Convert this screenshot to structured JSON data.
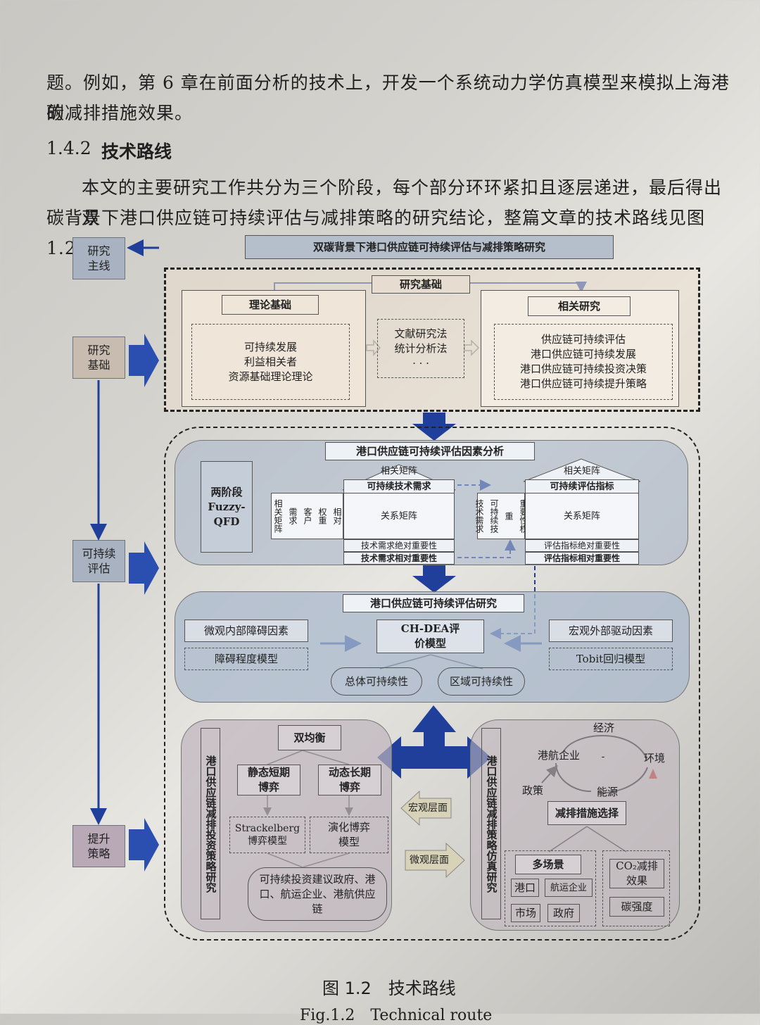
{
  "text": {
    "para1_line1": "题。例如，第 6 章在前面分析的技术上，开发一个系统动力学仿真模型来模拟上海港的",
    "para1_line2": "碳减排措施效果。",
    "section_num": "1.4.2",
    "section_title": "技术路线",
    "para2_line1": "本文的主要研究工作共分为三个阶段，每个部分环环紧扣且逐层递进，最后得出双",
    "para2_line2": "碳背景下港口供应链可持续评估与减排策略的研究结论，整篇文章的技术路线见图 1.2。"
  },
  "diagram": {
    "top_title": "双碳背景下港口供应链可持续评估与减排策略研究",
    "side": [
      "研究主线",
      "研究基础",
      "可持续评估",
      "提升策略"
    ],
    "research_base": "研究基础",
    "theory": "理论基础",
    "theory_items": [
      "可持续发展",
      "利益相关者",
      "资源基础理论理论"
    ],
    "methods": [
      "文献研究法",
      "统计分析法",
      "· · ·"
    ],
    "related": "相关研究",
    "related_items": [
      "供应链可持续评估",
      "港口供应链可持续发展",
      "港口供应链可持续投资决策",
      "港口供应链可持续提升策略"
    ],
    "factor_title": "港口供应链可持续评估因素分析",
    "two_stage": "两阶段Fuzzy-QFD",
    "corr_matrix": "相关矩阵",
    "tech_req": "可持续技术需求",
    "rel_matrix": "关系矩阵",
    "left_cols": [
      "相关矩阵",
      "需求",
      "客户",
      "权重",
      "相对"
    ],
    "tech_abs": "技术需求绝对重要性",
    "tech_rel": "技术需求相对重要性",
    "mid_cols": [
      "技术需求",
      "可持续技",
      "重",
      "重要性权"
    ],
    "eval_index": "可持续评估指标",
    "eval_abs": "评估指标绝对重要性",
    "eval_rel": "评估指标相对重要性",
    "study_title": "港口供应链可持续评估研究",
    "micro": "微观内部障碍因素",
    "obstacle": "障碍程度模型",
    "chdea": "CH-DEA评价模型",
    "macro": "宏观外部驱动因素",
    "tobit": "Tobit回归模型",
    "overall": "总体可持续性",
    "regional": "区域可持续性",
    "invest_title": "港口供应链减排投资策略研究",
    "double_eq": "双均衡",
    "static": "静态短期博弈",
    "dynamic": "动态长期博弈",
    "stackelberg": "Strackelberg博弈模型",
    "evolution": "演化博弈模型",
    "invest_advice": "可持续投资建议政府、港口、航运企业、港航供应链",
    "macro_level": "宏观层面",
    "micro_level": "微观层面",
    "sim_title": "港口供应链减排策略仿真研究",
    "economy": "经济",
    "shipping": "港航企业",
    "env": "环境",
    "policy": "政策",
    "energy": "能源",
    "loop_sign": "-",
    "measure": "减排措施选择",
    "multi": "多场景",
    "port": "港口",
    "shipping2": "航运企业",
    "market": "市场",
    "gov": "政府",
    "co2": "CO₂减排效果",
    "intensity": "碳强度",
    "caption": "图 1.2　技术路线",
    "caption_en": "Fig.1.2　Technical route"
  },
  "colors": {
    "accent_blue": "#1f3f9a",
    "beige": "#e9dccb",
    "slate": "#b6bfcc",
    "mauve": "#c7bfc4"
  }
}
